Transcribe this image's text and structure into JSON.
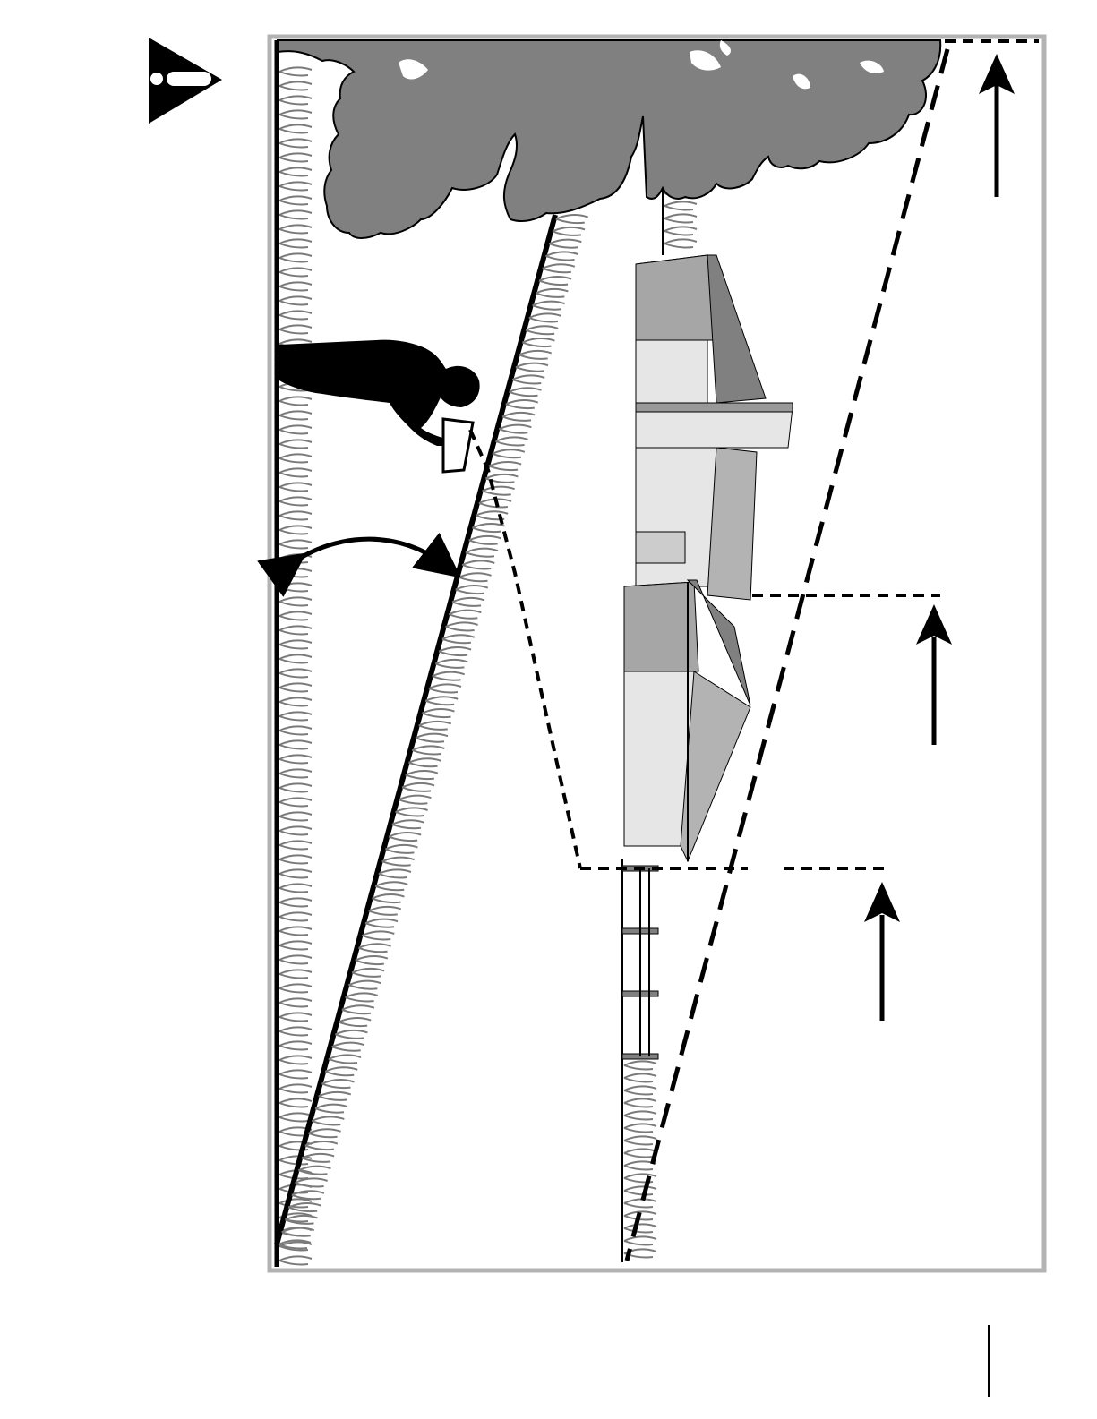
{
  "page": {
    "background": "#ffffff"
  },
  "warning_symbol": {
    "icon": "exclamation-warning-icon",
    "color": "#000000"
  },
  "diagram": {
    "frame_color": "#b3b3b3",
    "canopy_color": "#808080",
    "house_colors": {
      "wall_light": "#e6e6e6",
      "wall_mid": "#cccccc",
      "roof_dark": "#808080",
      "roof_mid": "#a6a6a6"
    },
    "silhouette_color": "#000000",
    "ground_line_color": "#000000",
    "dashed_line_color": "#000000",
    "grass_color": "#7a7a7a"
  },
  "elements": {
    "tree": "tree-canopy",
    "person": "person-silhouette",
    "house": "house",
    "fence": "fence",
    "arrows": [
      "arrow-top-right",
      "arrow-middle",
      "arrow-bottom"
    ],
    "angle_arc": "angle-arc-double-arrow"
  }
}
